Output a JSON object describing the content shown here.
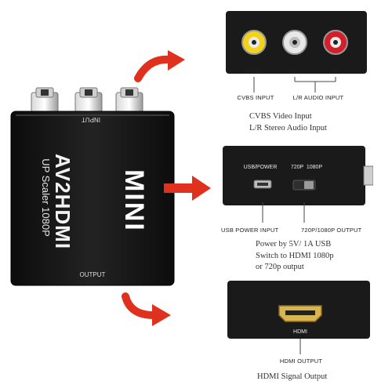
{
  "device": {
    "brand": "MINI",
    "model": "AV2HDMI",
    "subtitle": "UP Scaler 1080P",
    "input_label": "INPUT",
    "output_label": "OUTPUT"
  },
  "panel_top": {
    "port_labels": [
      "CVBS",
      "L",
      "R"
    ],
    "caption_left": "CVBS INPUT",
    "caption_right": "L/R AUDIO INPUT",
    "desc_line1": "CVBS Video Input",
    "desc_line2": "L/R Stereo Audio Input",
    "port_colors": [
      "#f2d21b",
      "#e8e8e8",
      "#d21f2a"
    ]
  },
  "panel_middle": {
    "usb_label": "USB/POWER",
    "switch_label_a": "720P",
    "switch_label_b": "1080P",
    "caption_left": "USB POWER INPUT",
    "caption_right": "720P/1080P OUTPUT",
    "desc_line1": "Power by 5V/ 1A USB",
    "desc_line2": "Switch to HDMI 1080p",
    "desc_line3": "or 720p output"
  },
  "panel_bottom": {
    "port_label": "HDMI",
    "caption": "HDMI OUTPUT",
    "desc": "HDMI Signal Output"
  },
  "colors": {
    "arrow": "#e0311f",
    "device_body": "#161616"
  },
  "icons": [
    "arrow-icon",
    "rca-jack-icon",
    "usb-port-icon",
    "hdmi-port-icon",
    "switch-icon"
  ]
}
